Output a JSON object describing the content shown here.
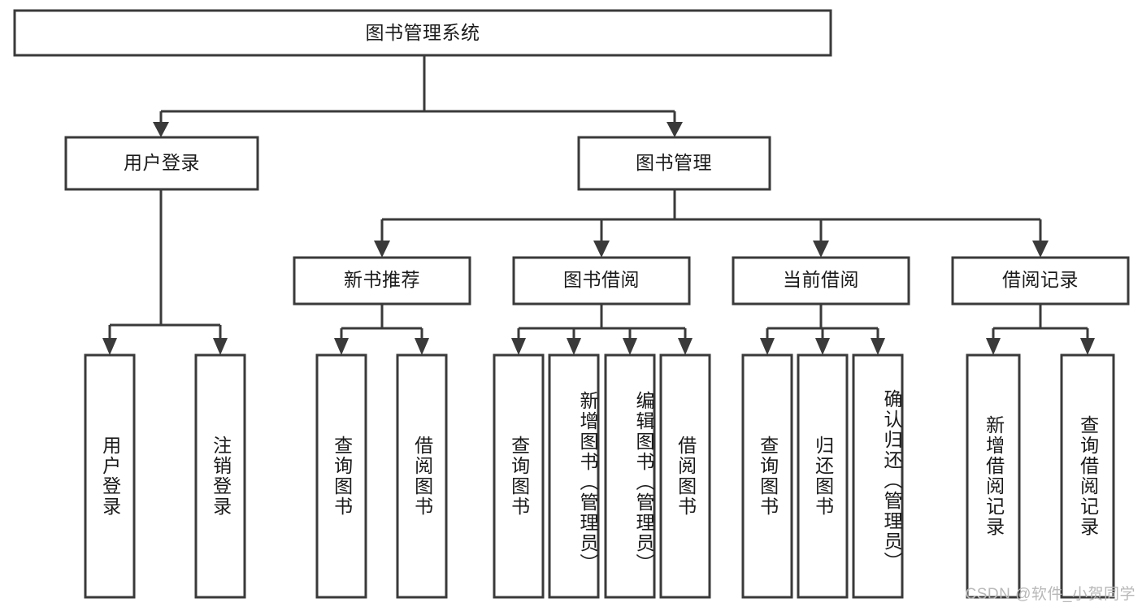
{
  "diagram": {
    "type": "tree-hierarchy-flowchart",
    "title": "图书管理系统",
    "watermark": "CSDN @软件_小贺同学",
    "colors": {
      "background": "#ffffff",
      "box_stroke": "#3a3a3a",
      "box_fill": "#ffffff",
      "text": "#1a1a1a",
      "watermark": "#b8b8b8"
    },
    "levels": {
      "root": {
        "label": "图书管理系统"
      },
      "level2": [
        {
          "label": "用户登录"
        },
        {
          "label": "图书管理"
        }
      ],
      "level3": [
        {
          "label": "新书推荐"
        },
        {
          "label": "图书借阅"
        },
        {
          "label": "当前借阅"
        },
        {
          "label": "借阅记录"
        }
      ],
      "leaves": {
        "user_login": [
          {
            "label": "用户登录"
          },
          {
            "label": "注销登录"
          }
        ],
        "new_book_recommend": [
          {
            "label": "查询图书"
          },
          {
            "label": "借阅图书"
          }
        ],
        "book_borrow": [
          {
            "label": "查询图书"
          },
          {
            "label": "新增图书（管理员）"
          },
          {
            "label": "编辑图书（管理员）"
          },
          {
            "label": "借阅图书"
          }
        ],
        "current_borrow": [
          {
            "label": "查询图书"
          },
          {
            "label": "归还图书"
          },
          {
            "label": "确认归还（管理员）"
          }
        ],
        "borrow_record": [
          {
            "label": "新增借阅记录"
          },
          {
            "label": "查询借阅记录"
          }
        ]
      }
    }
  }
}
